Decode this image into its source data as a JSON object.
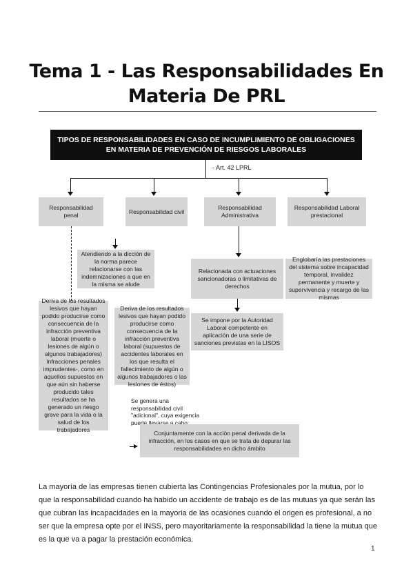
{
  "title": {
    "line1": "Tema 1 - Las Responsabilidades En",
    "line2": "Materia De PRL"
  },
  "header": "TIPOS DE RESPONSABILIDADES EN CASO DE INCUMPLIMIENTO DE OBLIGACIONES EN MATERIA DE PREVENCIÓN DE RIESGOS LABORALES",
  "article_ref": "- Art. 42 LPRL",
  "categories": {
    "penal": "Responsabilidad penal",
    "civil": "Responsabilidad civil",
    "administrativa": "Responsabilidad Administrativa",
    "laboral": "Responsabilidad Laboral prestacional"
  },
  "boxes": {
    "civil_note": "Atendiendo a la dicción de la norma parece relacionarse con las indemnizaciones a que en la misma se alude",
    "penal_detail": "Deriva de los resultados lesivos que hayan podido producirse como consecuencia de la infracción preventiva laboral (muerte o lesiones de algún o algunos trabajadores) Infracciones penales imprudentes-, como en aquellos supuestos en que aún sin haberse producido tales resultados se ha generado un riesgo grave para la vida o la salud de los trabajadores",
    "civil_detail": "Deriva de los resultados lesivos que hayan podido producirse como consecuencia de la infracción preventiva laboral (supuestos de accidentes laborales en los que resulta el fallecimiento de algún o algunos trabajadores o las lesiones de éstos)",
    "admin_1": "Relacionada con actuaciones sancionadoras o limitativas de derechos",
    "admin_2": "Se impone por la Autoridad Laboral competente en aplicación de una serie de sanciones previstas en la LISOS",
    "laboral_detail": "Englobaría las prestaciones del sistema sobre incapacidad temporal, invalidez permanente y muerte y supervivencia y recargo de las mismas",
    "additional_note": "Se genera una responsabilidad civil \"adicional\", cuya exigencia puede llevarse a cabo:",
    "conjunto": "Conjuntamente con la acción penal derivada de la infracción, en los casos en que se trata de depurar las responsabilidades en dicho ámbito"
  },
  "paragraph": "La mayoría de las empresas tienen cubierta las Contingencias Profesionales por la mutua, por lo que la responsabilidad cuando ha habido un accidente de trabajo es de las mutuas ya que serán las que cubran las incapacidades en la mayoria de las ocasiones cuando el origen es profesional, a no ser que la empresa opte por el INSS, pero mayoritariamente la responsabilidad la tiene la mutua que es la que va a pagar la prestación económica.",
  "page_number": "1"
}
